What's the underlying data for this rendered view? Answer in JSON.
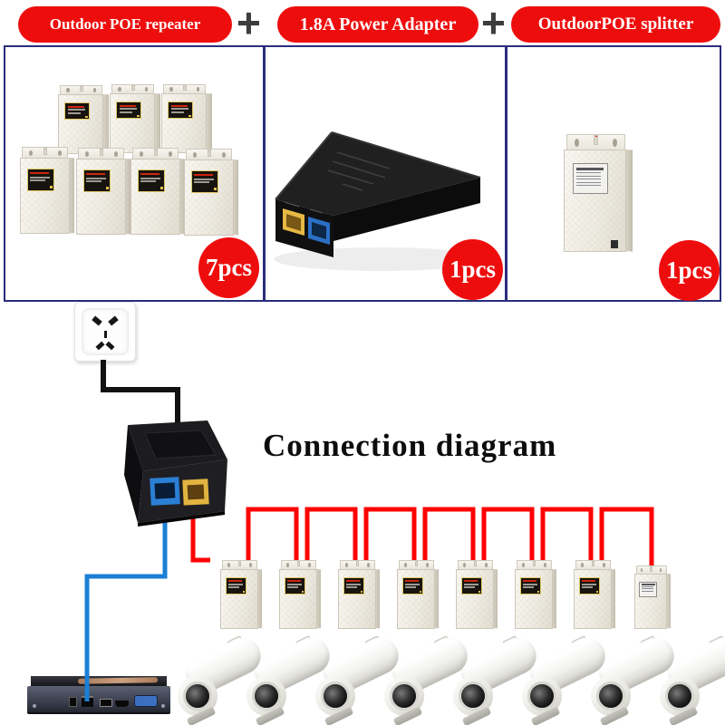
{
  "header": {
    "plus": "+",
    "products": [
      {
        "label": "Outdoor POE repeater"
      },
      {
        "label": "1.8A Power Adapter"
      },
      {
        "label": "OutdoorPOE splitter"
      }
    ]
  },
  "quantities": {
    "repeater": "7pcs",
    "adapter": "1pcs",
    "splitter": "1pcs"
  },
  "diagram_title": "Connection diagram",
  "colors": {
    "accent_red": "#ee0d0d",
    "panel_border": "#2a2d7c",
    "cable_black": "#111111",
    "cable_blue": "#1b7fd6",
    "cable_red": "#ff0000",
    "port_yellow": "#e7b843",
    "port_blue": "#2e7fd6"
  }
}
